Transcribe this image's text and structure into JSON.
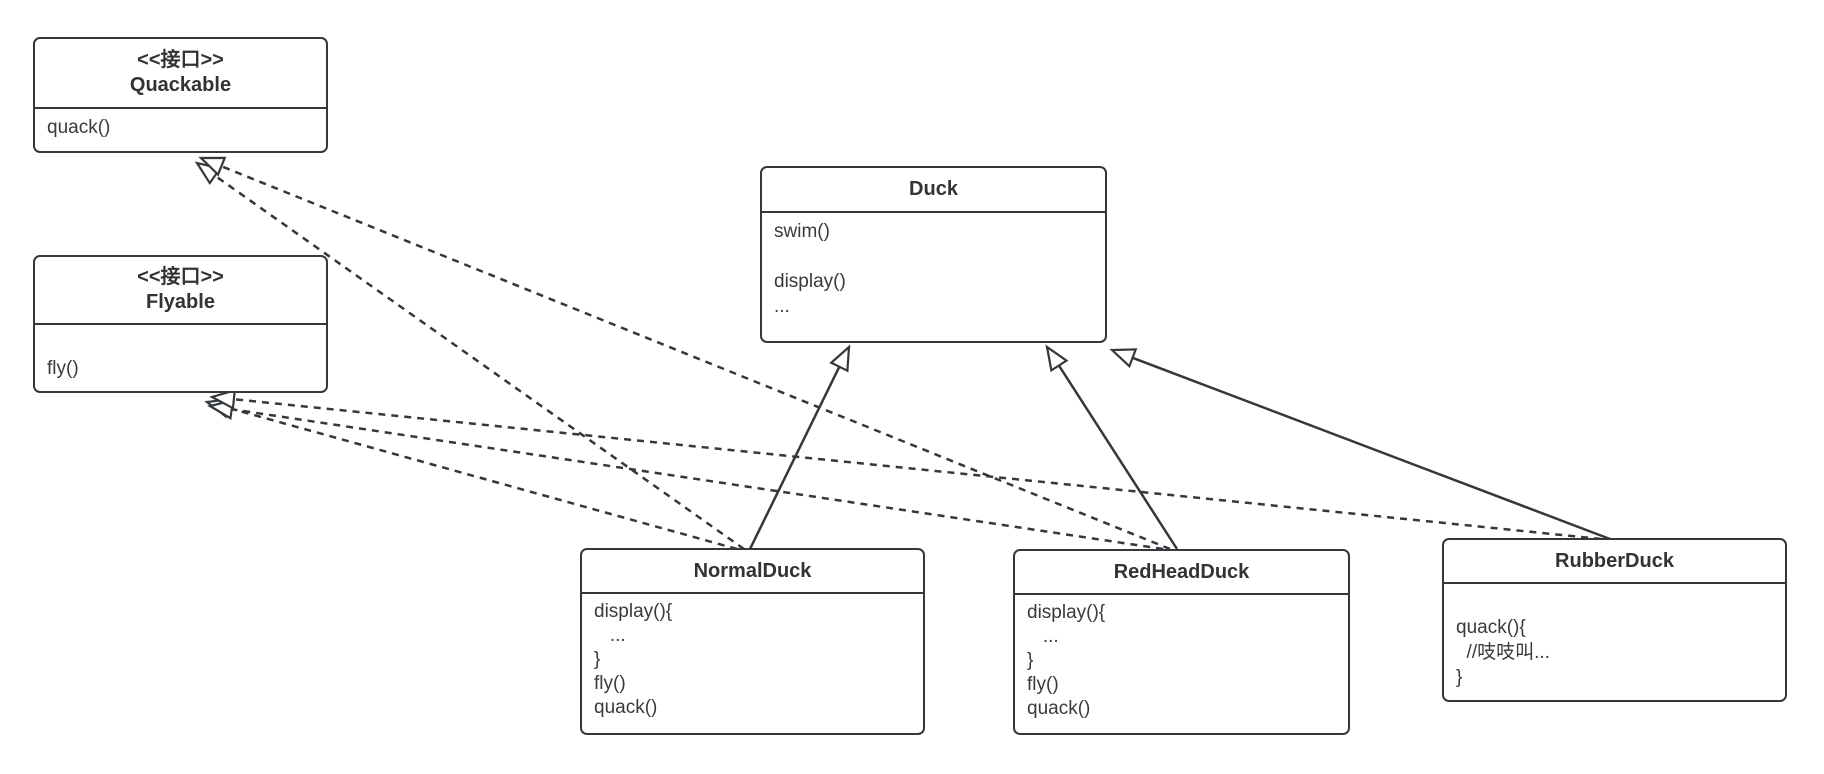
{
  "diagram": {
    "title": "Duck UML class diagram",
    "background": "#ffffff",
    "line_color": "#34383c",
    "classes": [
      {
        "id": "quackable",
        "stereotype": "<<接口>>",
        "name": "Quackable",
        "members": [
          "quack()"
        ]
      },
      {
        "id": "flyable",
        "stereotype": "<<接口>>",
        "name": "Flyable",
        "members": [
          "",
          "fly()"
        ]
      },
      {
        "id": "duck",
        "stereotype": "",
        "name": "Duck",
        "members": [
          "swim()",
          "",
          "display()",
          "..."
        ]
      },
      {
        "id": "normalduck",
        "stereotype": "",
        "name": "NormalDuck",
        "members": [
          "display(){",
          "   ...",
          "}",
          "fly()",
          "quack()"
        ]
      },
      {
        "id": "redheadduck",
        "stereotype": "",
        "name": "RedHeadDuck",
        "members": [
          "display(){",
          "   ...",
          "}",
          "fly()",
          "quack()"
        ]
      },
      {
        "id": "rubberduck",
        "stereotype": "",
        "name": "RubberDuck",
        "members": [
          "",
          "quack(){",
          "  //吱吱叫...",
          "}"
        ]
      }
    ],
    "relations": [
      {
        "from": "NormalDuck",
        "to": "Duck",
        "type": "inheritance",
        "line": "solid"
      },
      {
        "from": "RedHeadDuck",
        "to": "Duck",
        "type": "inheritance",
        "line": "solid"
      },
      {
        "from": "RubberDuck",
        "to": "Duck",
        "type": "inheritance",
        "line": "solid"
      },
      {
        "from": "NormalDuck",
        "to": "Quackable",
        "type": "realization",
        "line": "dashed"
      },
      {
        "from": "RedHeadDuck",
        "to": "Quackable",
        "type": "realization",
        "line": "dashed"
      },
      {
        "from": "NormalDuck",
        "to": "Flyable",
        "type": "realization",
        "line": "dashed"
      },
      {
        "from": "RedHeadDuck",
        "to": "Flyable",
        "type": "realization",
        "line": "dashed"
      },
      {
        "from": "RubberDuck",
        "to": "Flyable",
        "type": "realization",
        "line": "dashed"
      }
    ]
  }
}
